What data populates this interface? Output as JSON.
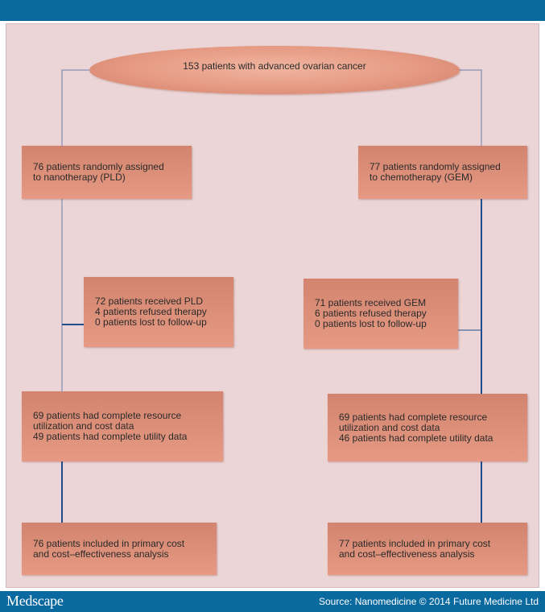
{
  "diagram": {
    "start": "153 patients with advanced ovarian cancer",
    "left_arm": {
      "assigned": "76 patients randomly assigned\nto nanotherapy (PLD)",
      "received": "72 patients received PLD\n4 patients refused therapy\n0 patients lost to follow-up",
      "complete_data": "69 patients had complete resource\nutilization and cost data\n49 patients had complete utility data",
      "included": "76 patients included in primary cost\nand cost–effectiveness analysis"
    },
    "right_arm": {
      "assigned": "77 patients randomly assigned\nto chemotherapy (GEM)",
      "received": "71 patients received GEM\n6 patients refused therapy\n0 patients lost to follow-up",
      "complete_data": "69 patients had complete resource\nutilization and cost data\n46 patients had complete utility data",
      "included": "77 patients included in primary cost\nand cost–effectiveness analysis"
    }
  },
  "footer": {
    "logo": "Medscape",
    "source": "Source: Nanomedicine © 2014 Future Medicine Ltd"
  },
  "colors": {
    "header_bar": "#0a6aa0",
    "panel_background": "#ecd5d6",
    "box_fill": "#e69a83",
    "connector_line": "#1f4e8c"
  }
}
